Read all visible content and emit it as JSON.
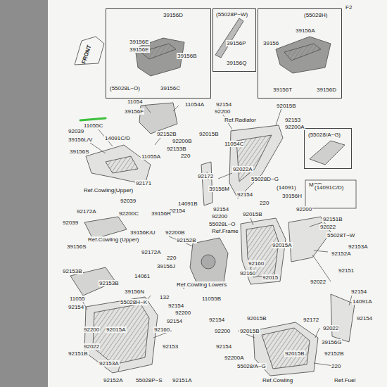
{
  "diagram": {
    "nodes": [
      {
        "text": [
          "39156D",
          "39156E",
          "39156E",
          "39156B",
          "(55028L~O)",
          "39156C"
        ]
      },
      {
        "text": [
          "(55028P~W)",
          "39156P",
          "39156Q"
        ]
      },
      {
        "text": [
          "(55028H)",
          "39156A",
          "39156",
          "39156T",
          "39156D"
        ]
      },
      {
        "text": [
          "(55028/A~G)"
        ]
      }
    ],
    "labels": [
      "FRONT",
      "F2",
      "11054",
      "11054A",
      "39156F",
      "11055C",
      "92039",
      "14091C/D",
      "39156L/V",
      "39156S",
      "92152B",
      "92200B",
      "92015B",
      "92153B",
      "220",
      "11055A",
      "92154",
      "92200",
      "Ref.Radiator",
      "92015B",
      "92153",
      "92200A",
      "11054C",
      "92022A",
      "92172",
      "55028D~G",
      "220",
      "39156M",
      "14091B",
      "92154",
      "92154",
      "92200",
      "92154",
      "92015B",
      "92200",
      "92151B",
      "92022",
      "55028T~W",
      "92152A",
      "92153A",
      "55028L~O",
      "Ref.Frame",
      "92171",
      "Ref.Cowling(Upper)",
      "92039",
      "92172A",
      "92200C",
      "39156R",
      "92039",
      "39156K/U",
      "Ref.Cowling (Upper)",
      "92200B",
      "92152B",
      "92172A",
      "39156S",
      "220",
      "39156J",
      "92153B",
      "14061",
      "92153B",
      "39156N",
      "11055",
      "132",
      "Ref.Cowling Lowers",
      "11055B",
      "55028H~K",
      "92154",
      "92200",
      "92154",
      "92154",
      "92200",
      "92015A",
      "92160",
      "92154",
      "92200",
      "92015B",
      "92015B",
      "92172",
      "92022",
      "39156G",
      "92022",
      "92151B",
      "92153",
      "92154",
      "92200A",
      "55028/A~G",
      "92153A",
      "92152A",
      "55028P~S",
      "92151A",
      "92015B",
      "92152B",
      "220",
      "Ref.Cowling",
      "Ref.Fuel",
      "92154",
      "14091A",
      "92154",
      "92151",
      "92160",
      "92015",
      "92022",
      "92015A",
      "92160",
      "MOD",
      "(14091)",
      "(14091C/D)",
      "39156H"
    ]
  }
}
